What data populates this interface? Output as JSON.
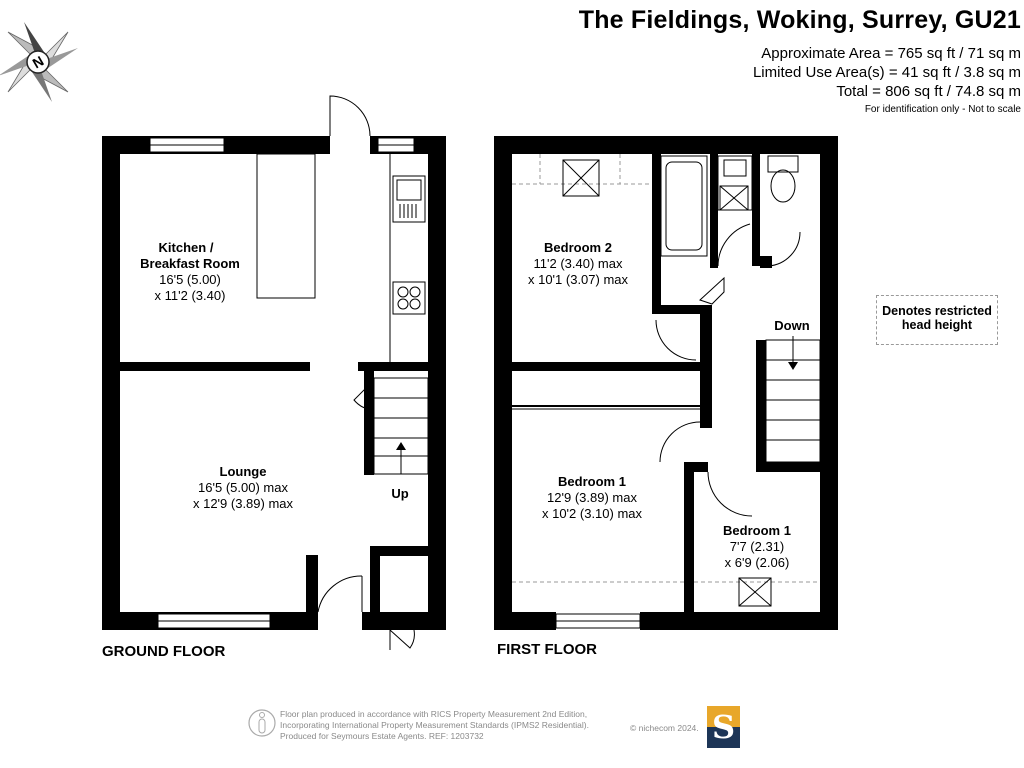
{
  "header": {
    "title": "The Fieldings, Woking, Surrey, GU21",
    "approx_area": "Approximate Area = 765 sq ft / 71 sq m",
    "limited_use": "Limited Use Area(s) = 41 sq ft / 3.8 sq m",
    "total": "Total = 806 sq ft / 74.8 sq m",
    "note": "For identification only - Not to scale"
  },
  "compass": {
    "letter": "N"
  },
  "ground_floor": {
    "label": "GROUND FLOOR",
    "kitchen": {
      "name_1": "Kitchen /",
      "name_2": "Breakfast Room",
      "dim_1": "16'5 (5.00)",
      "dim_2": "x 11'2 (3.40)"
    },
    "lounge": {
      "name": "Lounge",
      "dim_1": "16'5 (5.00) max",
      "dim_2": "x 12'9 (3.89) max"
    },
    "stairs": "Up"
  },
  "first_floor": {
    "label": "FIRST FLOOR",
    "bedroom2": {
      "name": "Bedroom 2",
      "dim_1": "11'2 (3.40) max",
      "dim_2": "x 10'1 (3.07) max"
    },
    "bedroom1": {
      "name": "Bedroom 1",
      "dim_1": "12'9 (3.89) max",
      "dim_2": "x 10'2 (3.10) max"
    },
    "bedroom1b": {
      "name": "Bedroom 1",
      "dim_1": "7'7 (2.31)",
      "dim_2": "x 6'9 (2.06)"
    },
    "stairs": "Down"
  },
  "legend": {
    "line_1": "Denotes restricted",
    "line_2": "head height"
  },
  "footer": {
    "line_1": "Floor plan produced in accordance with RICS Property Measurement 2nd Edition,",
    "line_2": "Incorporating International Property Measurement Standards (IPMS2 Residential).",
    "line_3": "Produced for Seymours Estate Agents.   REF: 1203732",
    "copyright": "© nichecom 2024.",
    "logo_letter": "S"
  },
  "colors": {
    "wall": "#000000",
    "logo_gold": "#e8a72a",
    "logo_navy": "#1d3557",
    "restricted_dash": "#999999"
  }
}
